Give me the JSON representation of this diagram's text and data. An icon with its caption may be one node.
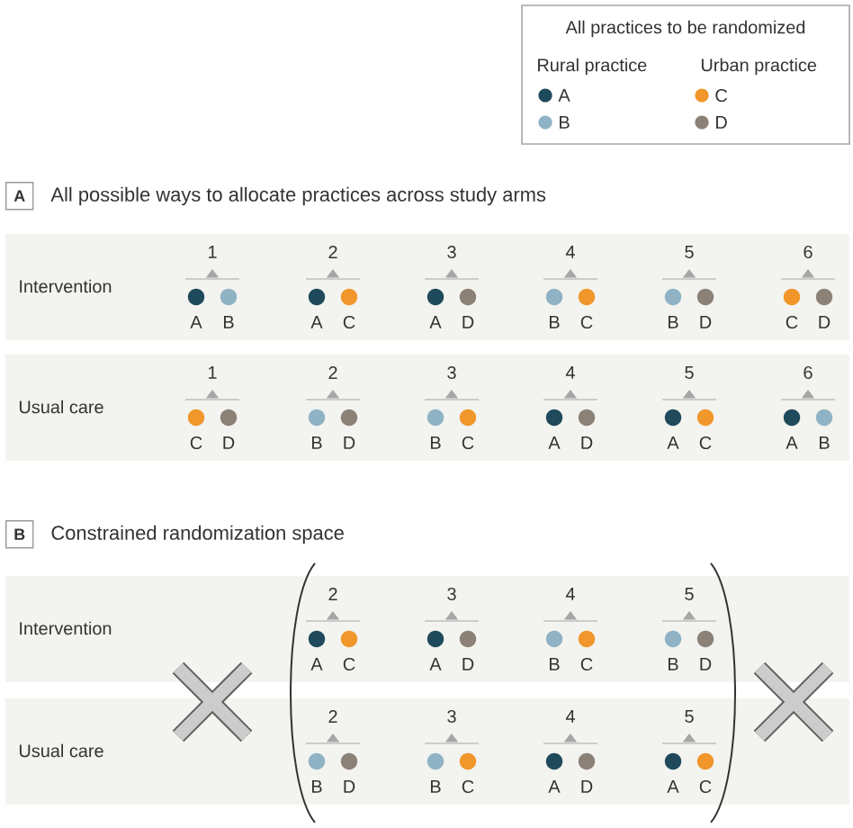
{
  "diagram": {
    "labels": [
      "All practices to be randomized",
      "Rural practice",
      "Urban practice",
      "A",
      "All possible ways to allocate practices across study arms",
      "Intervention",
      "1",
      "A",
      "B",
      "2",
      "A",
      "C",
      "3",
      "A",
      "D",
      "4",
      "B",
      "C",
      "5",
      "B",
      "D",
      "6",
      "C",
      "D",
      "Usual care",
      "1",
      "C",
      "D",
      "2",
      "B",
      "D",
      "3",
      "B",
      "C",
      "4",
      "A",
      "D",
      "5",
      "A",
      "C",
      "6",
      "A",
      "B",
      "B",
      "Constrained randomization space",
      "Intervention",
      "2",
      "A",
      "C",
      "3",
      "A",
      "D",
      "4",
      "B",
      "C",
      "5",
      "B",
      "D",
      "Usual care",
      "2",
      "B",
      "D",
      "3",
      "B",
      "C",
      "4",
      "A",
      "D",
      "5",
      "A",
      "C"
    ],
    "legend": [
      {
        "text": "A",
        "color": "#1f4a5c"
      },
      {
        "text": "B",
        "color": "#8fb3c4"
      },
      {
        "text": "C",
        "color": "#f0962a"
      },
      {
        "text": "D",
        "color": "#8c8177"
      }
    ]
  }
}
